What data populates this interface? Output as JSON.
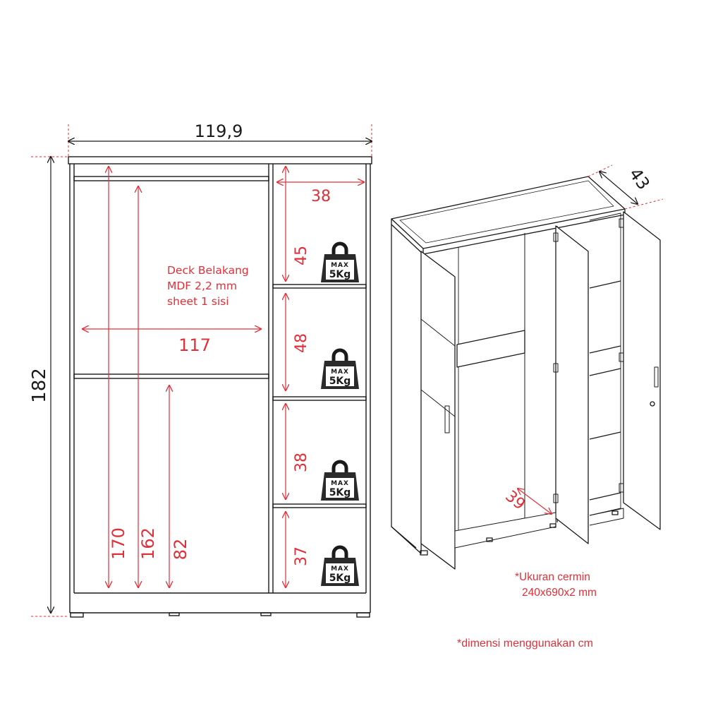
{
  "dimensions": {
    "width": "119,9",
    "height": "182",
    "depth": "43",
    "inner_width": "117",
    "shelf_width": "38",
    "inner_depth": "39"
  },
  "hanging_heights": [
    "170",
    "162",
    "82"
  ],
  "compartments": [
    {
      "height": "45"
    },
    {
      "height": "48"
    },
    {
      "height": "38"
    },
    {
      "height": "37"
    }
  ],
  "max_load": {
    "top": "MAX",
    "value": "5Kg"
  },
  "back_panel_note": [
    "Deck Belakang",
    "MDF 2,2 mm",
    "sheet 1 sisi"
  ],
  "mirror_note": [
    "*Ukuran cermin",
    "240x690x2 mm"
  ],
  "units_note": "*dimensi menggunakan cm",
  "colors": {
    "line": "#1a1a1a",
    "annotation": "#e0303a"
  }
}
